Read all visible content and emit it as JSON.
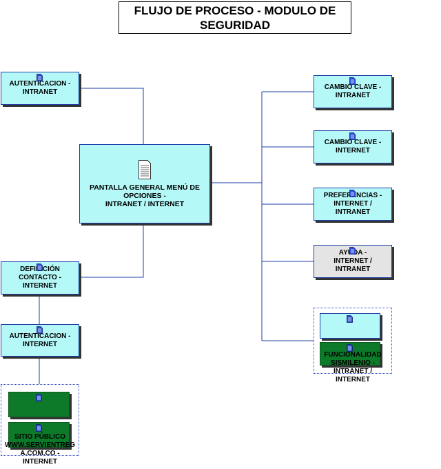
{
  "title": "FLUJO DE PROCESO - MODULO DE\nSEGURIDAD",
  "nodes": {
    "auth_intranet": "AUTENTICACION -\nINTRANET",
    "main_menu": "PANTALLA GENERAL MENÚ DE\nOPCIONES -\nINTRANET / INTERNET",
    "definicion_contacto": "DEFINICIÓN\nCONTACTO -\nINTERNET",
    "auth_internet": "AUTENTICACION -\nINTERNET",
    "sitio_publico": "SITIO PÚBLICO\nWWW.SERVIENTREG\nA.COM.CO -\nINTERNET",
    "cambio_clave_intranet": "CAMBIO CLAVE -\nINTRANET",
    "cambio_clave_internet": "CAMBIO CLAVE -\nINTERNET",
    "preferencias": "PREFERENCIAS -\nINTERNET /\nINTRANET",
    "ayuda": "AYUDA -\nINTERNET /\nINTRANET",
    "funcionalidad": "FUNCIONALIDAD\nSISMILENIO -\nINTRANET /\nINTERNET"
  },
  "icons": {
    "document": "document-icon"
  },
  "colors": {
    "node_fill": "#b5f8f8",
    "node_border": "#1f3fa8",
    "help_fill": "#e4e4e4",
    "green_fill": "#0d7a2a",
    "connector": "#1f3fa8"
  }
}
